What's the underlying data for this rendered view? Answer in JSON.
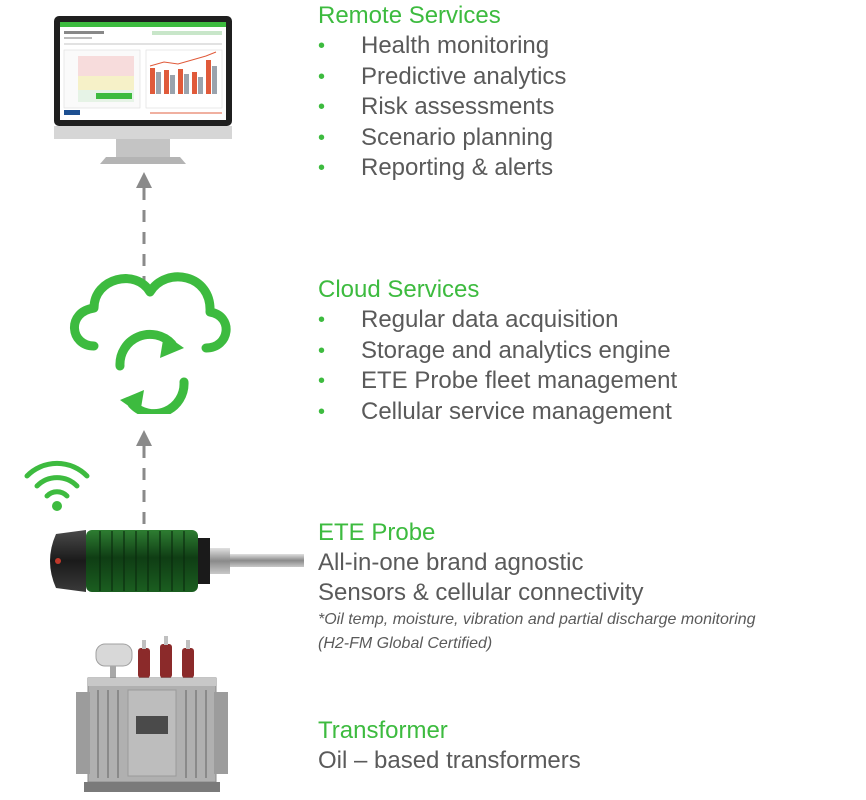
{
  "colors": {
    "accent": "#3dbb3f",
    "text": "#5a5a5a",
    "arrow": "#8a8a8a"
  },
  "remote_services": {
    "title": "Remote Services",
    "items": [
      "Health monitoring",
      "Predictive analytics",
      "Risk assessments",
      "Scenario planning",
      "Reporting & alerts"
    ]
  },
  "cloud_services": {
    "title": "Cloud Services",
    "items": [
      "Regular data acquisition",
      "Storage and analytics engine",
      "ETE Probe fleet management",
      "Cellular service management"
    ]
  },
  "ete_probe": {
    "title": "ETE Probe",
    "line1": "All-in-one brand agnostic",
    "line2": "Sensors & cellular connectivity",
    "note1": "*Oil temp, moisture, vibration and partial discharge monitoring",
    "note2": "(H2-FM Global Certified)"
  },
  "transformer": {
    "title": "Transformer",
    "line1": "Oil – based transformers"
  },
  "icons": [
    "monitor-icon",
    "cloud-sync-icon",
    "wifi-icon",
    "probe-icon",
    "transformer-icon"
  ]
}
